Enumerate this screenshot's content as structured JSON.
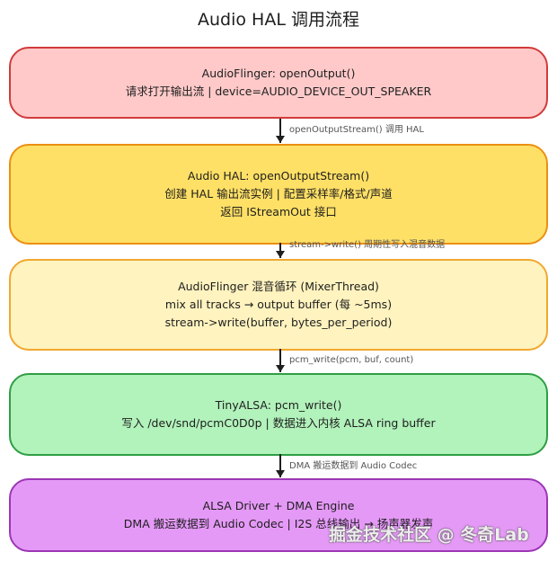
{
  "title": "Audio HAL 调用流程",
  "nodes": [
    {
      "lines": [
        "AudioFlinger: openOutput()",
        "请求打开输出流 | device=AUDIO_DEVICE_OUT_SPEAKER"
      ],
      "fill": "#ffc9c9",
      "stroke": "#d23b3b"
    },
    {
      "lines": [
        "Audio HAL: openOutputStream()",
        "创建 HAL 输出流实例 | 配置采样率/格式/声道",
        "返回 IStreamOut 接口"
      ],
      "fill": "#ffe066",
      "stroke": "#ec8f12"
    },
    {
      "lines": [
        "AudioFlinger 混音循环 (MixerThread)",
        "mix all tracks → output buffer (每 ~5ms)",
        "stream->write(buffer, bytes_per_period)"
      ],
      "fill": "#fff3bf",
      "stroke": "#f0a830"
    },
    {
      "lines": [
        "TinyALSA: pcm_write()",
        "写入 /dev/snd/pcmC0D0p | 数据进入内核 ALSA ring buffer"
      ],
      "fill": "#b2f2bb",
      "stroke": "#2f9e44"
    },
    {
      "lines": [
        "ALSA Driver + DMA Engine",
        "DMA 搬运数据到 Audio Codec | I2S 总线输出 → 扬声器发声"
      ],
      "fill": "#e599f7",
      "stroke": "#9c36b5"
    }
  ],
  "edges": [
    {
      "label": "openOutputStream() 调用 HAL"
    },
    {
      "label": "stream->write() 周期性写入混音数据"
    },
    {
      "label": "pcm_write(pcm, buf, count)"
    },
    {
      "label": "DMA 搬运数据到 Audio Codec"
    }
  ],
  "watermark": "掘金技术社区 @ 冬奇Lab"
}
